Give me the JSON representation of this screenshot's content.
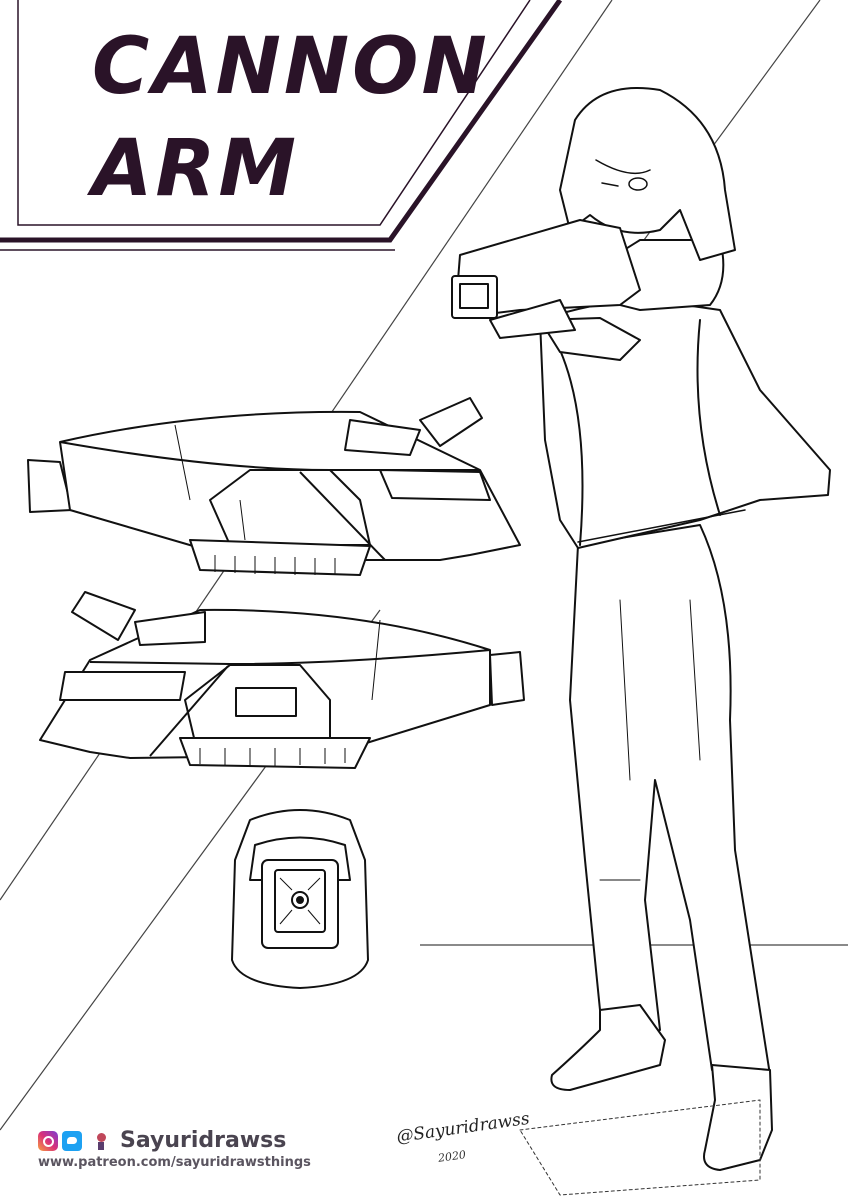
{
  "title": {
    "line1": "CANNON",
    "line2": "ARM"
  },
  "footer": {
    "icons": [
      "instagram-icon",
      "twitter-icon",
      "patreon-icon"
    ],
    "handle": "Sayuridrawss",
    "url": "www.patreon.com/sayuridrawsthings"
  },
  "signature": {
    "name": "@Sayuridrawss",
    "year": "2020"
  },
  "colors": {
    "title": "#2a1328",
    "frame": "#2a1328",
    "line": "#1a1a1a"
  }
}
